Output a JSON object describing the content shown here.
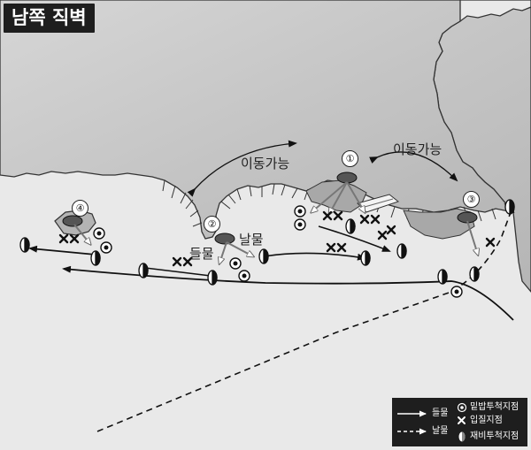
{
  "title": "남쪽 직벽",
  "labels": {
    "move_left": "이동가능",
    "move_right": "이동가능",
    "flood": "들물",
    "ebb": "날물"
  },
  "points": [
    "①",
    "②",
    "③",
    "④"
  ],
  "legend": {
    "flood": "들물",
    "ebb": "날물",
    "groundbait": "밑밥투척지점",
    "feeding": "입질지점",
    "recast": "재비투척지점"
  },
  "colors": {
    "sea": "#e6e6e6",
    "land": "#c9c9c9",
    "rock": "#a6a6a6",
    "ink": "#111111",
    "legend_bg": "#1e1e1e"
  },
  "icons": [
    "groundbait-target-icon",
    "feeding-x-icon",
    "float-icon",
    "boat-icon",
    "angler-rock-icon"
  ]
}
